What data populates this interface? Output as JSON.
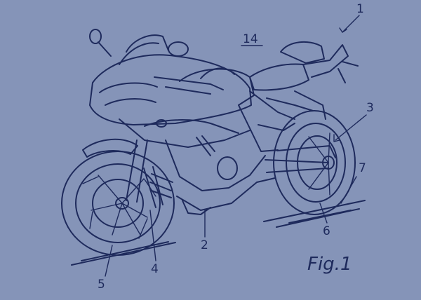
{
  "figure": {
    "caption": "Fig.1",
    "reference_numerals": {
      "motorcycle": "1",
      "body": "2",
      "rear_wheel": "3",
      "front_fork": "4",
      "front_contact": "5",
      "rear_contact": "6",
      "ground": "7",
      "top_label": "14"
    }
  },
  "colors": {
    "background": "#8594b8",
    "ink": "#1e2a5c"
  }
}
